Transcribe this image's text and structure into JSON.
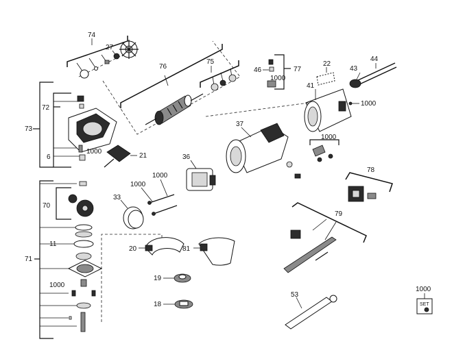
{
  "diagram": {
    "labels": {
      "p74": "74",
      "p27": "27",
      "p76": "76",
      "p75": "75",
      "p46": "46",
      "p77": "77",
      "p1000_77": "1000",
      "p22": "22",
      "p43": "43",
      "p44": "44",
      "p41": "41",
      "p1000_41": "1000",
      "p72": "72",
      "p73": "73",
      "p1000_73": "1000",
      "p6": "6",
      "p21": "21",
      "p37": "37",
      "p1000_mid": "1000",
      "p36": "36",
      "p1000_a": "1000",
      "p1000_b": "1000",
      "p33": "33",
      "p78": "78",
      "p79": "79",
      "p70": "70",
      "p11": "11",
      "p71": "71",
      "p1000_71": "1000",
      "p20": "20",
      "p81": "81",
      "p19": "19",
      "p18": "18",
      "p53": "53",
      "p1000_set": "1000",
      "set_text": "SET"
    }
  }
}
